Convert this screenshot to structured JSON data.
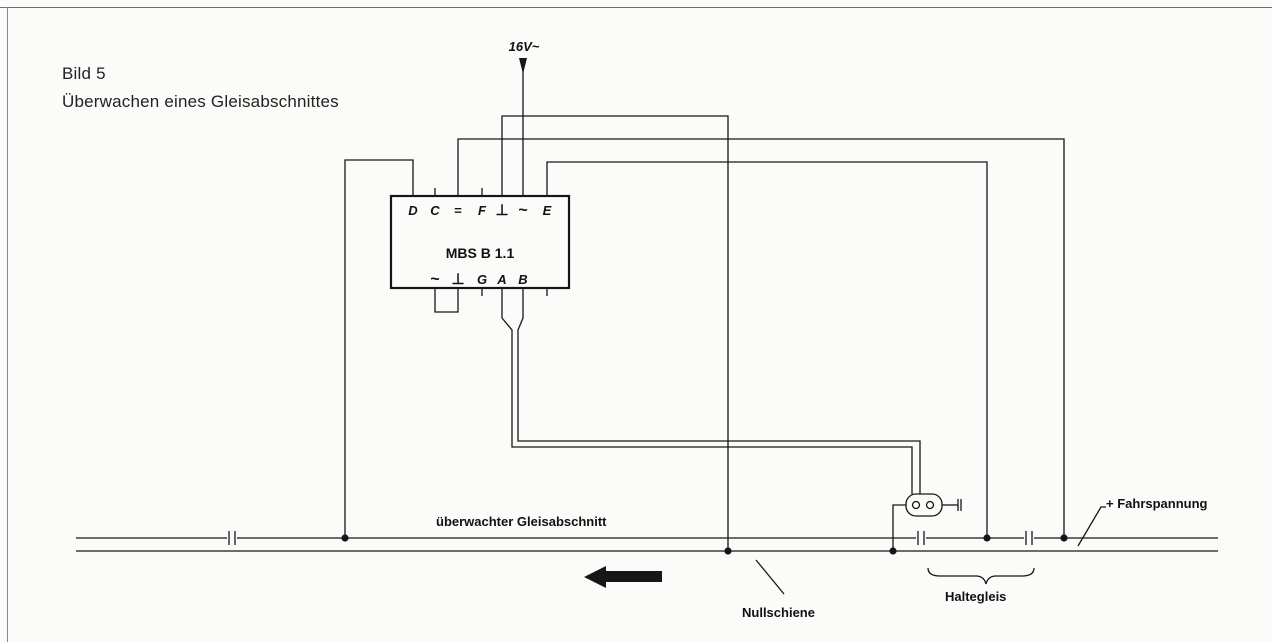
{
  "figure": {
    "number": "Bild 5",
    "title": "Überwachen eines Gleisabschnittes"
  },
  "supply": {
    "label": "16V~"
  },
  "module": {
    "name": "MBS B 1.1",
    "top_pins": [
      "D",
      "C",
      "=",
      "F",
      "⊥",
      "~",
      "E"
    ],
    "bottom_pins": [
      "~",
      "⊥",
      "G",
      "A",
      "B"
    ]
  },
  "labels": {
    "monitored_section": "überwachter Gleisabschnitt",
    "traction_voltage": "+ Fahrspannung",
    "zero_rail": "Nullschiene",
    "stop_track": "Haltegleis"
  },
  "colors": {
    "ink": "#161616",
    "paper": "#fbfbf9"
  }
}
